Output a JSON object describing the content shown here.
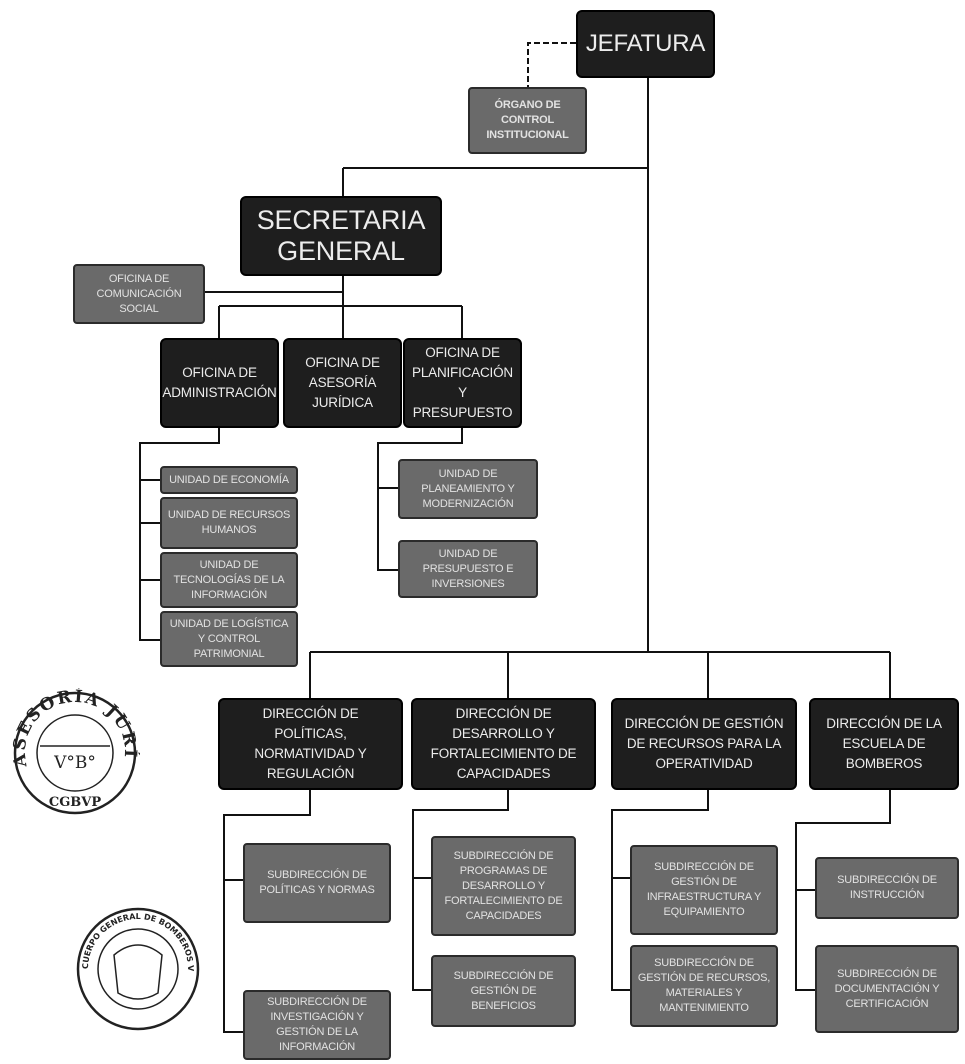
{
  "org": {
    "jefatura": "JEFATURA",
    "control": "ÓRGANO DE CONTROL INSTITUCIONAL",
    "secretaria": "SECRETARIA GENERAL",
    "comunicacion": "OFICINA DE COMUNICACIÓN SOCIAL",
    "administracion": "OFICINA DE ADMINISTRACIÓN",
    "asesoria": "OFICINA DE ASESORÍA JURÍDICA",
    "planificacion": "OFICINA DE PLANIFICACIÓN Y PRESUPUESTO",
    "admin_units": [
      "UNIDAD DE ECONOMÍA",
      "UNIDAD DE RECURSOS HUMANOS",
      "UNIDAD DE TECNOLOGÍAS DE LA INFORMACIÓN",
      "UNIDAD DE LOGÍSTICA Y CONTROL PATRIMONIAL"
    ],
    "plan_units": [
      "UNIDAD DE PLANEAMIENTO Y MODERNIZACIÓN",
      "UNIDAD DE PRESUPUESTO E INVERSIONES"
    ],
    "directions": [
      {
        "name": "DIRECCIÓN DE POLÍTICAS, NORMATIVIDAD Y REGULACIÓN",
        "subs": [
          "SUBDIRECCIÓN DE POLÍTICAS Y NORMAS",
          "SUBDIRECCIÓN DE INVESTIGACIÓN Y GESTIÓN DE LA INFORMACIÓN"
        ]
      },
      {
        "name": "DIRECCIÓN DE DESARROLLO Y FORTALECIMIENTO DE CAPACIDADES",
        "subs": [
          "SUBDIRECCIÓN DE PROGRAMAS DE DESARROLLO Y FORTALECIMIENTO DE CAPACIDADES",
          "SUBDIRECCIÓN DE GESTIÓN DE BENEFICIOS"
        ]
      },
      {
        "name": "DIRECCIÓN DE GESTIÓN DE RECURSOS PARA LA OPERATIVIDAD",
        "subs": [
          "SUBDIRECCIÓN DE GESTIÓN DE INFRAESTRUCTURA Y EQUIPAMIENTO",
          "SUBDIRECCIÓN DE GESTIÓN DE RECURSOS, MATERIALES Y MANTENIMIENTO"
        ]
      },
      {
        "name": "DIRECCIÓN DE LA ESCUELA DE BOMBEROS",
        "subs": [
          "SUBDIRECCIÓN DE INSTRUCCIÓN",
          "SUBDIRECCIÓN DE DOCUMENTACIÓN Y CERTIFICACIÓN"
        ]
      }
    ]
  },
  "stamps": {
    "asesoria_text": "ASESORÍA JURÍDICA",
    "asesoria_vb": "V°B°",
    "asesoria_sub": "CGBVP",
    "cuerpo_text": "CUERPO GENERAL DE BOMBEROS VOLUNTARIOS DEL PERÚ"
  }
}
